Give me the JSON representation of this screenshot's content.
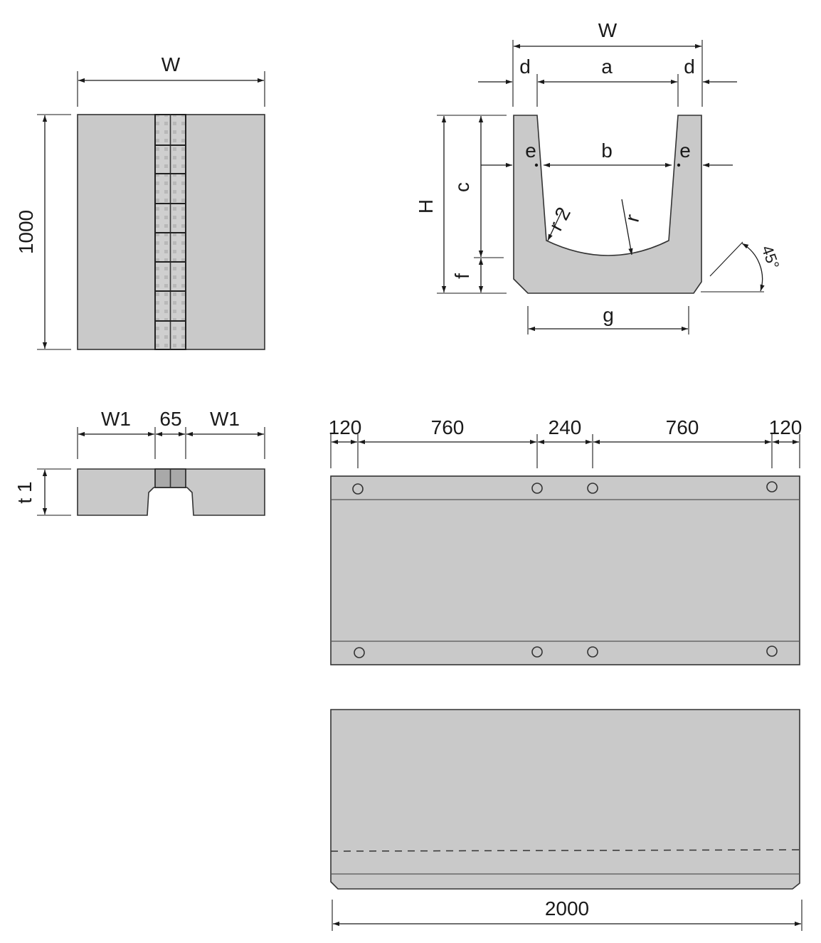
{
  "colors": {
    "concrete": "#c9c9c9",
    "outline": "#333333",
    "line": "#1a1a1a"
  },
  "top_view": {
    "width_label": "W",
    "length_label": "1000"
  },
  "section_view": {
    "width_label": "W",
    "d_left": "d",
    "a": "a",
    "d_right": "d",
    "e_left": "e",
    "b": "b",
    "e_right": "e",
    "height_label": "H",
    "c": "c",
    "f": "f",
    "r2": "r 2",
    "r": "r",
    "angle": "45°",
    "g": "g"
  },
  "end_view": {
    "w1_left": "W1",
    "gap": "65",
    "w1_right": "W1",
    "thickness": "t 1"
  },
  "side_view": {
    "dims": [
      "120",
      "760",
      "240",
      "760",
      "120"
    ],
    "length": "2000"
  }
}
